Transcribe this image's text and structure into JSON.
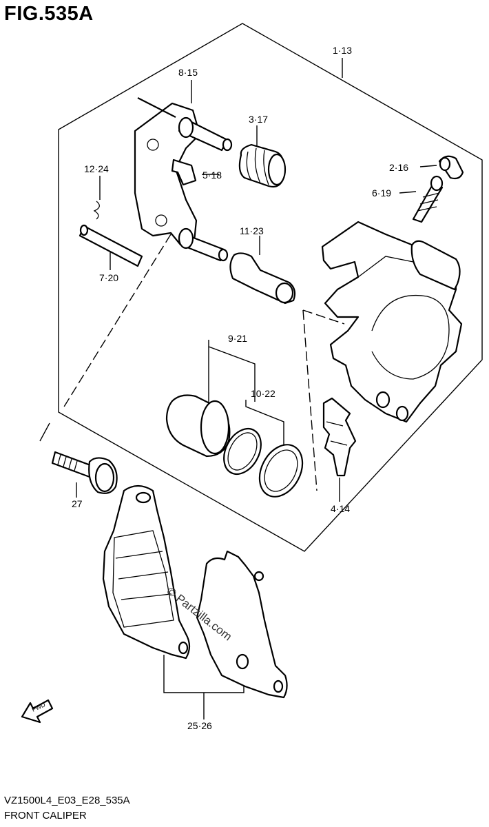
{
  "figure": {
    "title": "FIG.535A",
    "code": "VZ1500L4_E03_E28_535A",
    "name": "FRONT CALIPER",
    "watermark": "© Partzilla.com",
    "fwd_label": "FWD"
  },
  "callouts": [
    {
      "id": "c-1-13",
      "label": "1·13"
    },
    {
      "id": "c-8-15",
      "label": "8·15"
    },
    {
      "id": "c-3-17",
      "label": "3·17"
    },
    {
      "id": "c-12-24",
      "label": "12·24"
    },
    {
      "id": "c-5-18",
      "label": "5·18"
    },
    {
      "id": "c-2-16",
      "label": "2·16"
    },
    {
      "id": "c-6-19",
      "label": "6·19"
    },
    {
      "id": "c-11-23",
      "label": "11·23"
    },
    {
      "id": "c-7-20",
      "label": "7·20"
    },
    {
      "id": "c-9-21",
      "label": "9·21"
    },
    {
      "id": "c-10-22",
      "label": "10·22"
    },
    {
      "id": "c-27",
      "label": "27"
    },
    {
      "id": "c-4-14",
      "label": "4·14"
    },
    {
      "id": "c-25-26",
      "label": "25·26"
    }
  ]
}
